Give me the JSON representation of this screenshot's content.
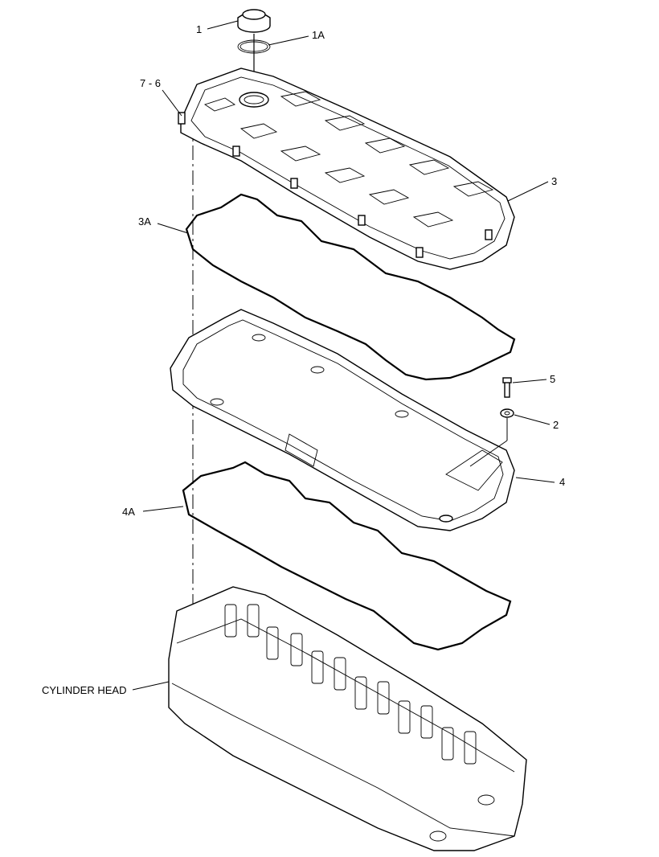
{
  "callouts": [
    {
      "id": "1",
      "text": "1"
    },
    {
      "id": "1a",
      "text": "1A"
    },
    {
      "id": "7-6",
      "text": "7 - 6"
    },
    {
      "id": "3",
      "text": "3"
    },
    {
      "id": "3a",
      "text": "3A"
    },
    {
      "id": "5",
      "text": "5"
    },
    {
      "id": "2",
      "text": "2"
    },
    {
      "id": "4",
      "text": "4"
    },
    {
      "id": "4a",
      "text": "4A"
    },
    {
      "id": "cylinder-head",
      "text": "CYLINDER HEAD"
    }
  ]
}
